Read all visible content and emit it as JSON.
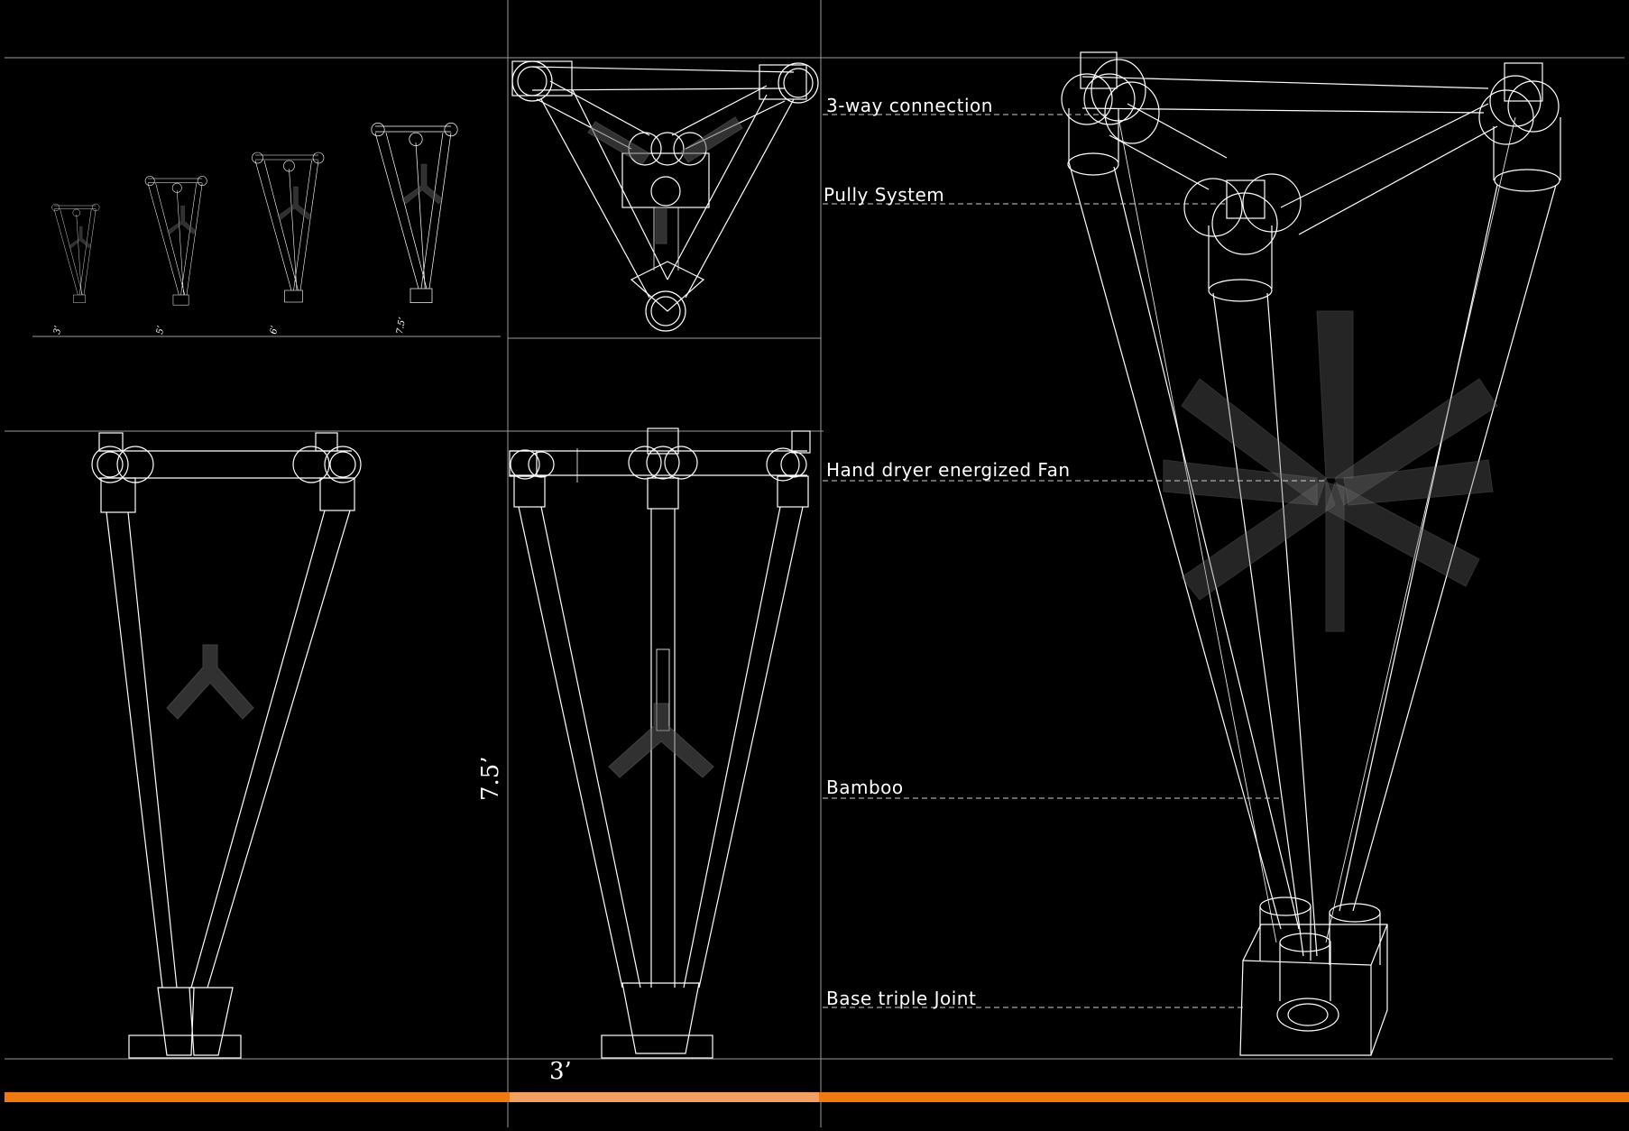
{
  "callouts": {
    "three_way": "3-way connection",
    "pulley": "Pully System",
    "fan": "Hand dryer energized Fan",
    "bamboo": "Bamboo",
    "base": "Base triple Joint"
  },
  "dimensions": {
    "height": "7.5’",
    "width": "3’"
  },
  "scales": [
    "3’",
    "5’",
    "6’",
    "7.5’"
  ],
  "colors": {
    "background": "#000000",
    "linework": "#ffffff",
    "grid": "#9a9a9a",
    "accent_bar": "#f07a10",
    "accent_bar_light": "#f4a060"
  }
}
